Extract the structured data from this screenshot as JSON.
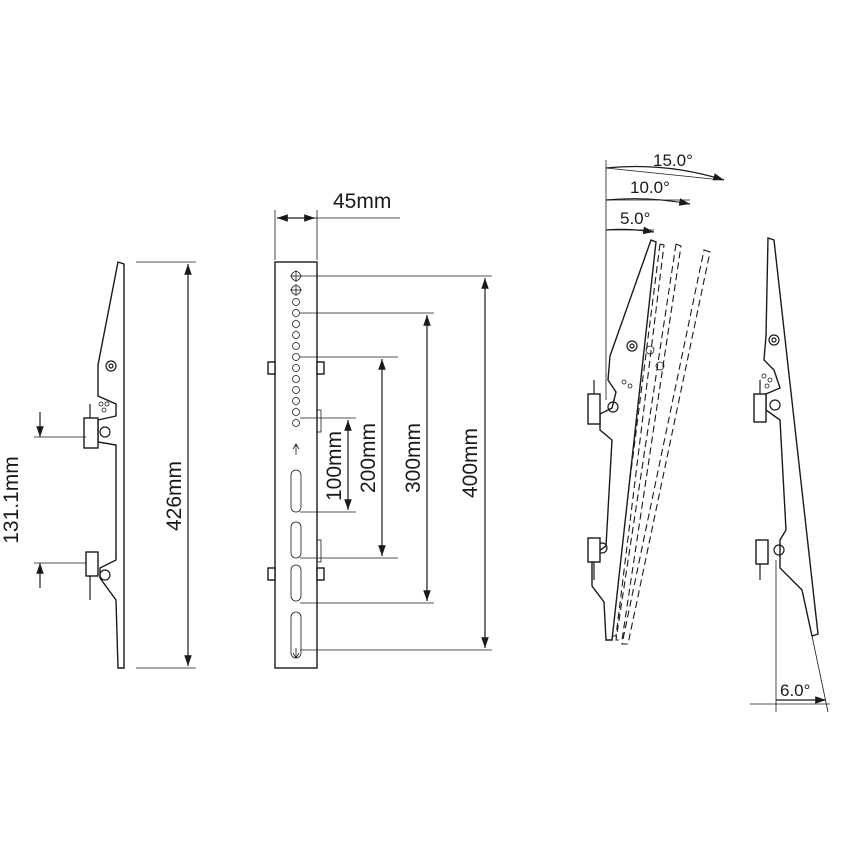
{
  "dimensions": {
    "height_side": "426mm",
    "rail_spacing": "131.1mm",
    "depth": "45mm",
    "hole_100": "100mm",
    "hole_200": "200mm",
    "hole_300": "300mm",
    "hole_400": "400mm"
  },
  "tilt_angles": {
    "a15": "15.0°",
    "a10": "10.0°",
    "a5": "5.0°",
    "a6": "6.0°"
  }
}
